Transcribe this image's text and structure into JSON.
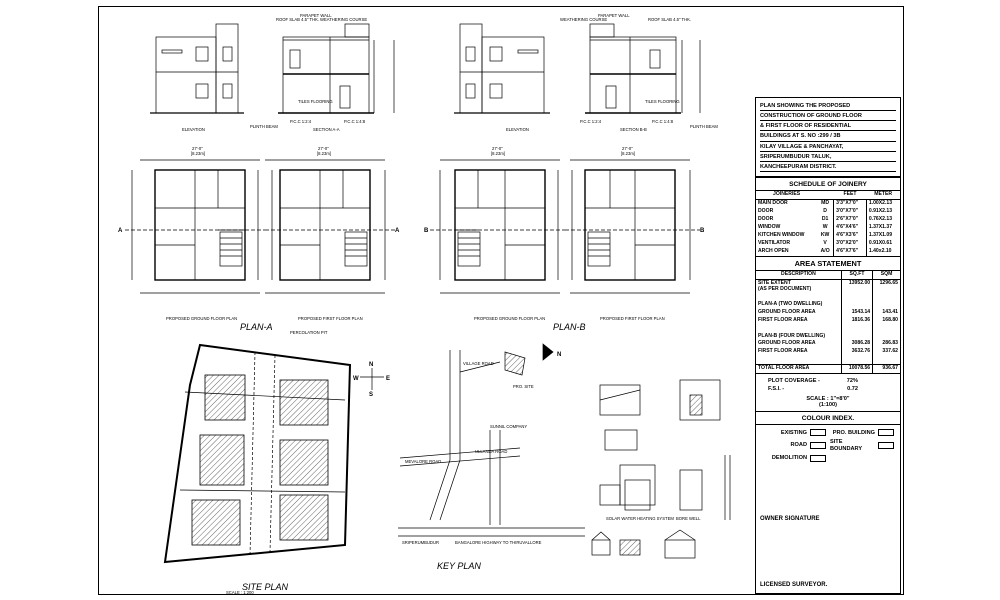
{
  "title_block": {
    "lines": [
      "PLAN SHOWING THE PROPOSED",
      "CONSTRUCTION OF GROUND FLOOR",
      "& FIRST FLOOR OF RESIDENTIAL",
      "BUILDINGS AT S. NO :299 / 3B",
      "KILAY VILLAGE & PANCHAYAT,",
      "SRIPERUMBUDUR TALUK,",
      "KANCHEEPURAM DISTRICT."
    ]
  },
  "joinery": {
    "heading": "SCHEDULE OF JOINERY",
    "columns": [
      "JOINERIES",
      "",
      "FEET",
      "METER"
    ],
    "rows": [
      [
        "MAIN DOOR",
        "MD",
        "3'3\"X7'0\"",
        "1.00X2.13"
      ],
      [
        "DOOR",
        "D",
        "3'0\"X7'0\"",
        "0.91X2.13"
      ],
      [
        "DOOR",
        "D1",
        "2'6\"X7'0\"",
        "0.76X2.13"
      ],
      [
        "WINDOW",
        "W",
        "4'6\"X4'6\"",
        "1.37X1.37"
      ],
      [
        "KITCHEN WINDOW",
        "KW",
        "4'6\"X3'6\"",
        "1.37X1.09"
      ],
      [
        "VENTILATOR",
        "V",
        "3'0\"X2'0\"",
        "0.91X0.61"
      ],
      [
        "ARCH OPEN",
        "A/O",
        "4'6\"X7'6\"",
        "1.40x2.10"
      ]
    ]
  },
  "area": {
    "heading": "AREA STATEMENT",
    "columns": [
      "DESCRIPTION",
      "SQ.FT",
      "SQM"
    ],
    "site_extent": {
      "label": "SITE EXTENT",
      "sub": "(AS PER DOCUMENT)",
      "sqft": "13952.00",
      "sqm": "1296.65"
    },
    "plan_a": {
      "heading": "PLAN-A (TWO DWELLING)",
      "rows": [
        [
          "GROUND FLOOR AREA",
          "1543.14",
          "143.41"
        ],
        [
          "FIRST FLOOR AREA",
          "1816.36",
          "168.80"
        ]
      ]
    },
    "plan_b": {
      "heading": "PLAN-B (FOUR DWELLING)",
      "rows": [
        [
          "GROUND FLOOR AREA",
          "3086.28",
          "286.83"
        ],
        [
          "FIRST FLOOR AREA",
          "3632.76",
          "337.62"
        ]
      ]
    },
    "total": [
      "TOTAL FLOOR AREA",
      "10078.56",
      "936.67"
    ]
  },
  "summary": {
    "plot_coverage_label": "PLOT COVERAGE -",
    "plot_coverage_value": "72%",
    "fsi_label": "F.S.I. -",
    "fsi_value": "0.72",
    "scale_label": "SCALE : 1\"=8'0\"",
    "scale_ratio": "(1:100)"
  },
  "colour_index": {
    "heading": "COLOUR INDEX.",
    "items": [
      {
        "label": "EXISTING",
        "color": "#ffffff"
      },
      {
        "label": "PRO. BUILDING",
        "color": "#ffffff"
      },
      {
        "label": "ROAD",
        "color": "#ffffff"
      },
      {
        "label": "SITE BOUNDARY",
        "color": "#ffffff"
      },
      {
        "label": "DEMOLITION",
        "color": "#ffffff"
      }
    ]
  },
  "signatures": {
    "owner": "OWNER SIGNATURE",
    "surveyor": "LICENSED SURVEYOR."
  },
  "drawing_labels": {
    "parapet_wall": "PARAPET WALL",
    "weathering_course": "WEATHERING COURSE",
    "roof_slab": "ROOF SLAB 4.5\" THK.",
    "tiles_flooring": "TILES FLOORING",
    "plinth_beam": "PLINTH BEAM",
    "pcc_124": "P.C.C 1:2:4",
    "pcc_148": "P.C.C 1:4:8",
    "elevation": "ELEVATION",
    "section_aa": "SECTION A-A",
    "section_bb": "SECTION B-B",
    "ground_plan": "PROPOSED GROUND FLOOR PLAN",
    "first_plan": "PROPOSED FIRST FLOOR PLAN",
    "plan_a": "PLAN-A",
    "plan_b": "PLAN-B",
    "site_plan": "SITE PLAN",
    "site_scale": "SCALE : 1:200",
    "key_plan": "KEY PLAN",
    "percolation_pit": "PERCOLATION PIT",
    "village_road": "VILLAGE ROAD",
    "pro_site": "PRO. SITE",
    "sunnil_company": "SUNNIL COMPANY",
    "ullanda_road": "ULLANDA ROAD",
    "mevalore_road": "MEVALORE ROAD",
    "sriperumbudur": "SRIPERUMBUDUR",
    "highway": "BANGALORE HIGHWAY TO THIRUVALLORE",
    "north": "N",
    "compass_e": "E",
    "compass_w": "W",
    "compass_s": "S",
    "mark_a": "A",
    "mark_b": "B",
    "dim_top": "27'-0\"",
    "dim_top_m": "[8.23m]",
    "solar_heater": "SOLAR WATER HEATING SYSTEM",
    "bore_well": "BORE WELL"
  }
}
